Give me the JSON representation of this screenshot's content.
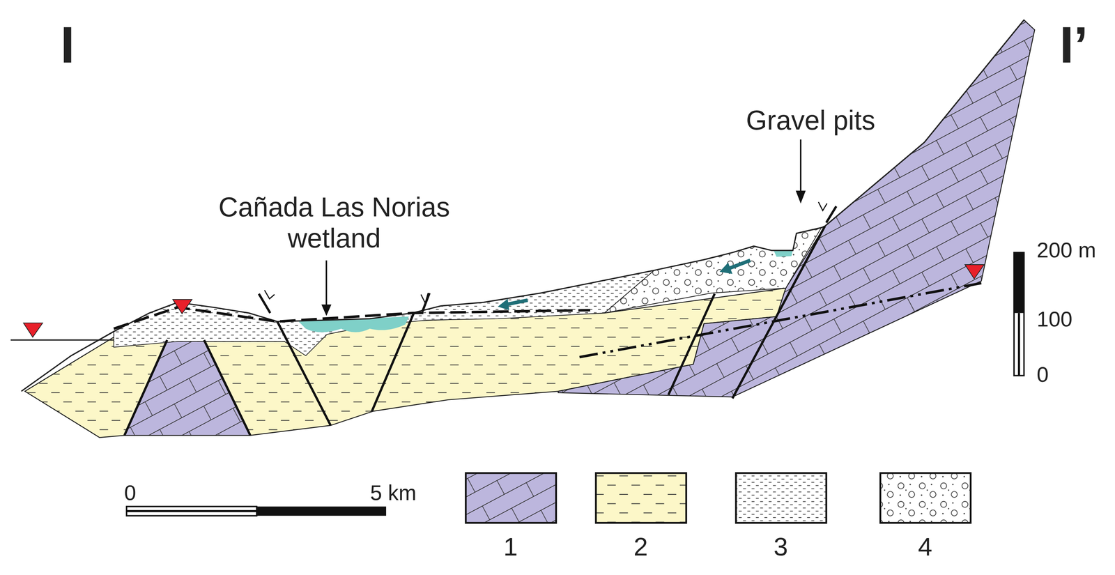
{
  "diagram": {
    "labels": [
      "I",
      "I’",
      "Cañada Las Norias wetland",
      "Gravel pits",
      "200 m",
      "100",
      "0",
      "0",
      "5 km"
    ],
    "legend": [
      {
        "text": "1",
        "color": "#bcb6dd"
      },
      {
        "text": "2",
        "color": "#fcf7c8"
      },
      {
        "text": "3",
        "color": "#ffffff"
      },
      {
        "text": "4",
        "color": "#ffffff"
      }
    ]
  }
}
